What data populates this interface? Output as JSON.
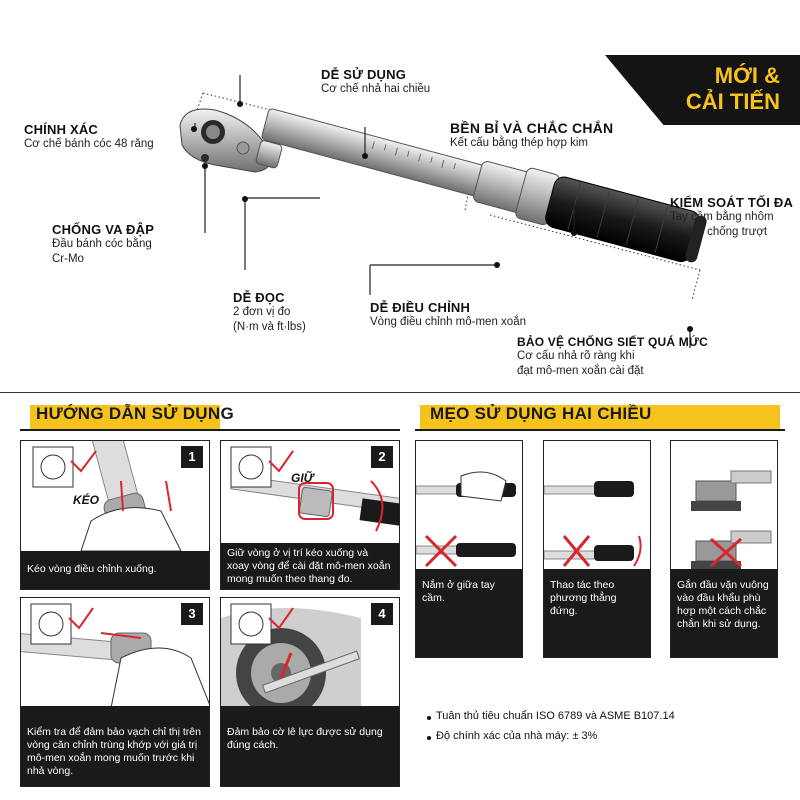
{
  "badge": {
    "line1": "MỚI &",
    "line2": "CẢI TIẾN"
  },
  "features": {
    "easy_use": {
      "title": "DỄ SỬ DỤNG",
      "sub": "Cơ chế nhả hai chiều"
    },
    "accurate": {
      "title": "CHÍNH XÁC",
      "sub": "Cơ chế bánh cóc 48 răng"
    },
    "durable": {
      "title": "BỀN BỈ VÀ CHẮC CHẮN",
      "sub": "Kết cấu bằng thép hợp kim"
    },
    "control": {
      "title": "KIỂM SOÁT TỐI ĐA",
      "sub1": "Tay cầm bằng nhôm",
      "sub2": "có vân chống trượt"
    },
    "impact": {
      "title": "CHỐNG VA ĐẬP",
      "sub1": "Đầu bánh cóc bằng",
      "sub2": "Cr-Mo"
    },
    "read": {
      "title": "DỄ ĐỌC",
      "sub1": "2 đơn vị đo",
      "sub2": "(N·m và ft·lbs)"
    },
    "adjust": {
      "title": "DỄ ĐIỀU CHỈNH",
      "sub": "Vòng điều chỉnh mô-men xoắn"
    },
    "protect": {
      "title": "BẢO VỆ CHỐNG SIẾT QUÁ MỨC",
      "sub1": "Cơ cấu nhả rõ ràng khi",
      "sub2": "đạt mô-men xoắn cài đặt"
    }
  },
  "guide": {
    "title": "HƯỚNG DẪN SỬ DỤNG",
    "steps": [
      {
        "num": "1",
        "caption": "Kéo vòng điều chỉnh xuống.",
        "tag": "KÉO"
      },
      {
        "num": "2",
        "caption": "Giữ vòng ở vị trí kéo xuống và xoay vòng để cài đặt mô-men xoắn mong muốn theo thang đo.",
        "tag": "GIỮ"
      },
      {
        "num": "3",
        "caption": "Kiểm tra để đảm bảo vạch chỉ thị trên vòng căn chỉnh trùng khớp với giá trị mô-men xoắn mong muốn trước khi nhả vòng."
      },
      {
        "num": "4",
        "caption": "Đảm bảo cờ lê lực được sử dụng đúng cách."
      }
    ]
  },
  "tips": {
    "title": "MẸO SỬ DỤNG HAI CHIỀU",
    "items": [
      {
        "caption": "Nắm ở giữa tay cầm."
      },
      {
        "caption": "Thao tác theo phương thẳng đứng."
      },
      {
        "caption": "Gắn đầu vặn vuông vào đầu khẩu phù hợp một cách chắc chắn khi sử dụng."
      }
    ]
  },
  "standards": {
    "line1": "Tuân thủ tiêu chuẩn ISO 6789 và ASME B107.14",
    "line2": "Độ chính xác của nhà máy: ± 3%"
  },
  "colors": {
    "accent": "#f6c21c",
    "dark": "#1a1a1a",
    "cross": "#d9262c"
  }
}
